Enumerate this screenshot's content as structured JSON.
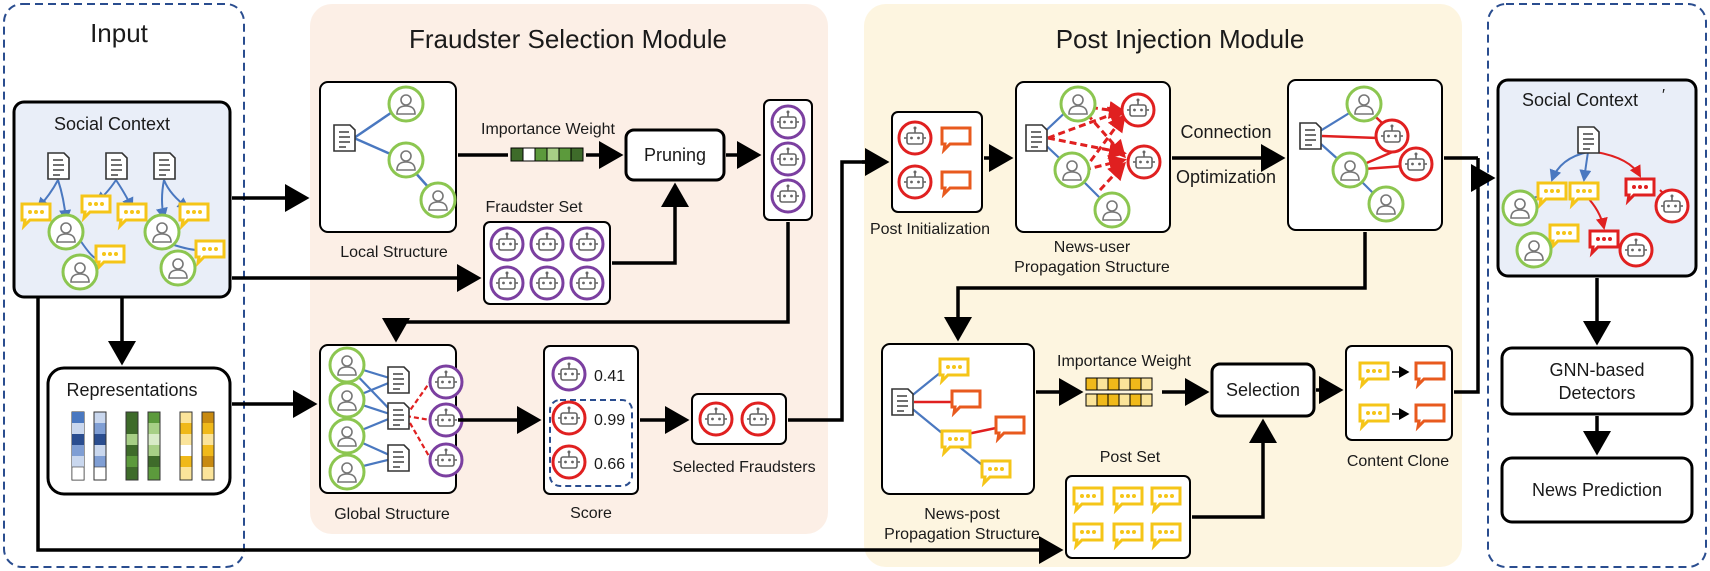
{
  "modules": {
    "input": "Input",
    "fraudster_selection": "Fraudster Selection Module",
    "post_injection": "Post Injection Module"
  },
  "labels": {
    "social_context_in": "Social Context",
    "representations": "Representations",
    "local_structure": "Local Structure",
    "importance_weight_1": "Importance Weight",
    "pruning": "Pruning",
    "fraudster_set": "Fraudster Set",
    "global_structure": "Global Structure",
    "score": "Score",
    "selected_fraudsters": "Selected Fraudsters",
    "post_initialization": "Post Initialization",
    "news_user_structure": "News-user",
    "news_user_structure_2": "Propagation Structure",
    "connection": "Connection",
    "optimization": "Optimization",
    "news_post_structure": "News-post",
    "news_post_structure_2": "Propagation Structure",
    "importance_weight_2": "Importance Weight",
    "selection": "Selection",
    "post_set": "Post Set",
    "content_clone": "Content Clone",
    "social_context_out": "Social Context",
    "gnn_detectors": "GNN-based",
    "gnn_detectors_2": "Detectors",
    "news_prediction": "News Prediction",
    "stray_mark": "′"
  },
  "scores": [
    "0.41",
    "0.99",
    "0.66"
  ],
  "colors": {
    "fraud_bg": "#fcefe6",
    "inject_bg": "#fdf5e0",
    "social_bg": "#e9eef8",
    "user_green": "#8cc650",
    "bot_purple": "#7b3fa0",
    "bot_red": "#e02020",
    "post_yellow": "#f5c518",
    "post_orange": "#e85a1e",
    "edge_blue": "#4a78c0",
    "frame_blue": "#2a4d8f",
    "weight_green": "#3e6b2a",
    "weight_yellow": "#f0b91a"
  },
  "icons": [
    "user-icon",
    "bot-icon",
    "document-icon",
    "post-icon"
  ]
}
